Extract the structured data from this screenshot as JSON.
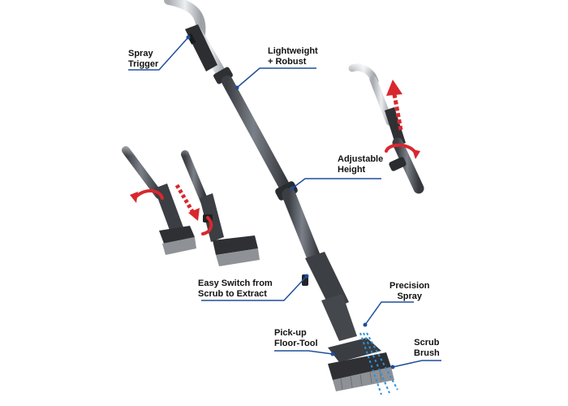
{
  "callouts": {
    "spray_trigger": [
      "Spray",
      "Trigger"
    ],
    "lightweight_robust": [
      "Lightweight",
      "+ Robust"
    ],
    "adjustable_height": [
      "Adjustable",
      "Height"
    ],
    "easy_switch": [
      "Easy Switch from",
      "Scrub to Extract"
    ],
    "precision_spray": [
      "Precision",
      "Spray"
    ],
    "pickup_floor_tool": [
      "Pick-up",
      "Floor-Tool"
    ],
    "scrub_brush": [
      "Scrub",
      "Brush"
    ]
  },
  "colors": {
    "leader_line": "#1f4e9c",
    "arrow_red": "#d8282e",
    "spray_blue": "#2f8fd8",
    "tube_dark": "#4a4d52",
    "tube_mid": "#6c7077",
    "hose_light": "#c9ccd0",
    "label_text": "#111111"
  }
}
